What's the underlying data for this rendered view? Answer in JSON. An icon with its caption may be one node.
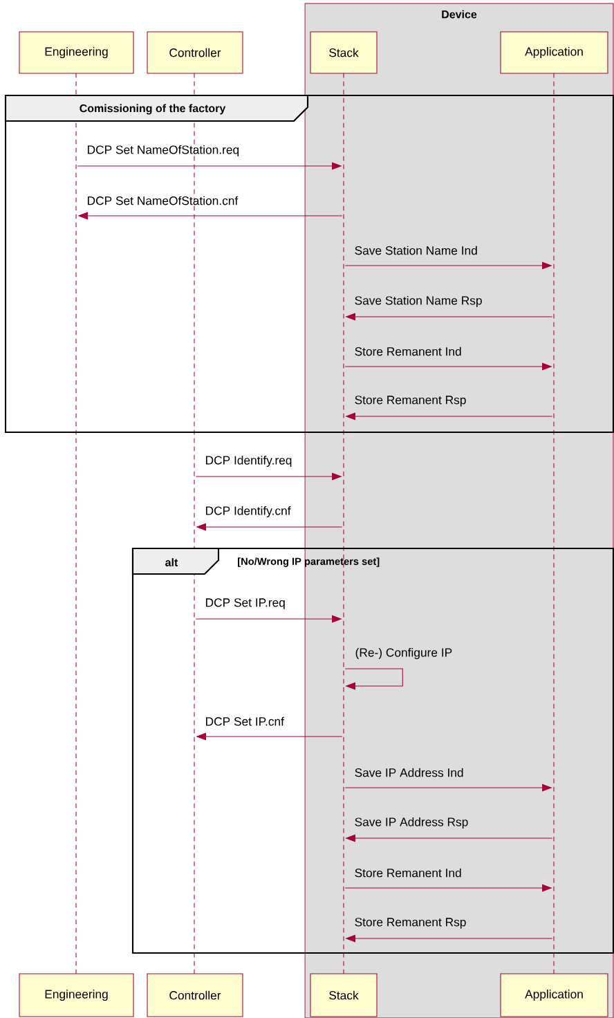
{
  "diagram": {
    "nodes": [
      {
        "text": [
          "Device"
        ]
      },
      {
        "text": [
          "Engineering"
        ]
      },
      {
        "text": [
          "Controller"
        ]
      },
      {
        "text": [
          "Stack"
        ],
        "in": 0
      },
      {
        "text": [
          "Application"
        ],
        "in": 0
      },
      {
        "text": [],
        "shape": "line"
      },
      {
        "text": [],
        "shape": "line"
      },
      {
        "text": [],
        "shape": "line",
        "in": 0
      },
      {
        "text": [],
        "shape": "line",
        "in": 0
      },
      {
        "text": [
          "Comissioning of the factory"
        ]
      },
      {
        "text": [
          "alt",
          "[No/Wrong IP parameters set]"
        ]
      },
      {
        "text": [
          "Engineering"
        ]
      },
      {
        "text": [
          "Controller"
        ]
      },
      {
        "text": [
          "Stack"
        ],
        "in": 0
      },
      {
        "text": [
          "Application"
        ],
        "in": 0
      }
    ],
    "edges": [
      {
        "from": 5,
        "to": 7,
        "arrow": "to",
        "label": "DCP Set NameOfStation.req"
      },
      {
        "from": 7,
        "to": 5,
        "arrow": "to",
        "label": "DCP Set NameOfStation.cnf"
      },
      {
        "from": 7,
        "to": 8,
        "arrow": "to",
        "label": "Save Station Name Ind"
      },
      {
        "from": 8,
        "to": 7,
        "arrow": "to",
        "label": "Save Station Name Rsp"
      },
      {
        "from": 7,
        "to": 8,
        "arrow": "to",
        "label": "Store Remanent Ind"
      },
      {
        "from": 8,
        "to": 7,
        "arrow": "to",
        "label": "Store Remanent Rsp"
      },
      {
        "from": 6,
        "to": 7,
        "arrow": "to",
        "label": "DCP Identify.req"
      },
      {
        "from": 7,
        "to": 6,
        "arrow": "to",
        "label": "DCP Identify.cnf"
      },
      {
        "from": 6,
        "to": 7,
        "arrow": "to",
        "label": "DCP Set IP.req"
      },
      {
        "from": 7,
        "to": 7,
        "arrow": "to",
        "label": "(Re-) Configure IP"
      },
      {
        "from": 7,
        "to": 6,
        "arrow": "to",
        "label": "DCP Set IP.cnf"
      },
      {
        "from": 7,
        "to": 8,
        "arrow": "to",
        "label": "Save IP Address Ind"
      },
      {
        "from": 8,
        "to": 7,
        "arrow": "to",
        "label": "Save IP Address Rsp"
      },
      {
        "from": 7,
        "to": 8,
        "arrow": "to",
        "label": "Store Remanent Ind"
      },
      {
        "from": 8,
        "to": 7,
        "arrow": "to",
        "label": "Store Remanent Rsp"
      }
    ]
  }
}
